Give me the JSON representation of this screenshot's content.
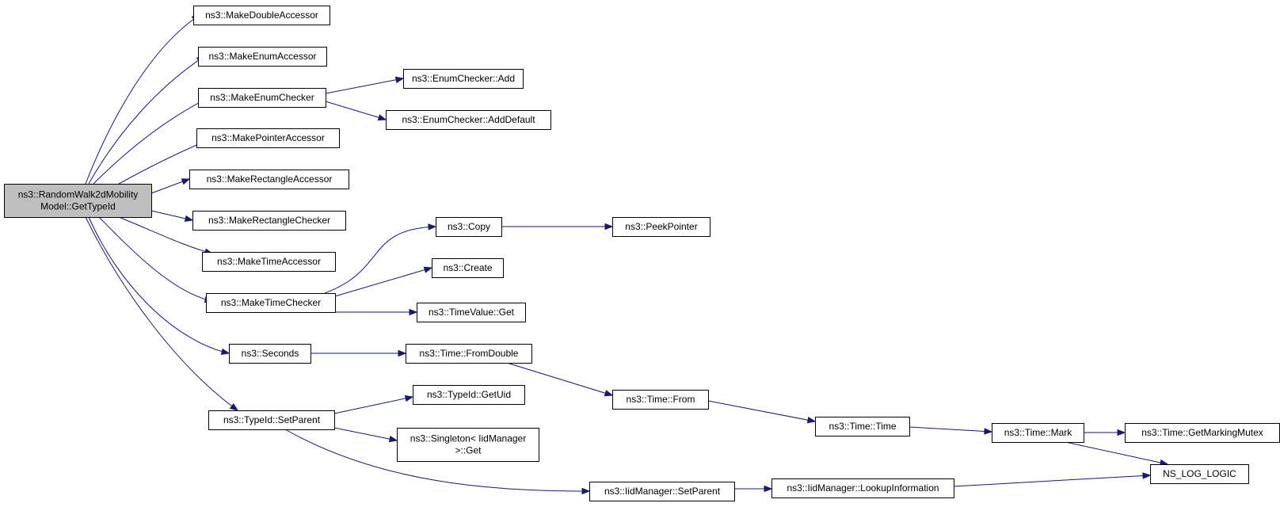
{
  "nodes": {
    "root": [
      "ns3::RandomWalk2dMobility",
      "Model::GetTypeId"
    ],
    "make_double_accessor": [
      "ns3::MakeDoubleAccessor"
    ],
    "make_enum_accessor": [
      "ns3::MakeEnumAccessor"
    ],
    "make_enum_checker": [
      "ns3::MakeEnumChecker"
    ],
    "enum_checker_add": [
      "ns3::EnumChecker::Add"
    ],
    "enum_checker_add_default": [
      "ns3::EnumChecker::AddDefault"
    ],
    "make_pointer_accessor": [
      "ns3::MakePointerAccessor"
    ],
    "make_rectangle_accessor": [
      "ns3::MakeRectangleAccessor"
    ],
    "make_rectangle_checker": [
      "ns3::MakeRectangleChecker"
    ],
    "make_time_accessor": [
      "ns3::MakeTimeAccessor"
    ],
    "copy": [
      "ns3::Copy"
    ],
    "peek_pointer": [
      "ns3::PeekPointer"
    ],
    "create": [
      "ns3::Create"
    ],
    "make_time_checker": [
      "ns3::MakeTimeChecker"
    ],
    "time_value_get": [
      "ns3::TimeValue::Get"
    ],
    "seconds": [
      "ns3::Seconds"
    ],
    "time_from_double": [
      "ns3::Time::FromDouble"
    ],
    "time_from": [
      "ns3::Time::From"
    ],
    "time_time": [
      "ns3::Time::Time"
    ],
    "time_mark": [
      "ns3::Time::Mark"
    ],
    "time_get_marking_mutex": [
      "ns3::Time::GetMarkingMutex"
    ],
    "typeid_get_uid": [
      "ns3::TypeId::GetUid"
    ],
    "typeid_set_parent": [
      "ns3::TypeId::SetParent"
    ],
    "singleton_get": [
      "ns3::Singleton< IidManager",
      ">::Get"
    ],
    "iid_manager_set_parent": [
      "ns3::IidManager::SetParent"
    ],
    "iid_manager_lookup_information": [
      "ns3::IidManager::LookupInformation"
    ],
    "ns_log_logic": [
      "NS_LOG_LOGIC"
    ]
  },
  "colors": {
    "edge": "#191970",
    "root_fill": "#bfbfbf",
    "node_fill": "#ffffff",
    "node_border": "#000000"
  }
}
